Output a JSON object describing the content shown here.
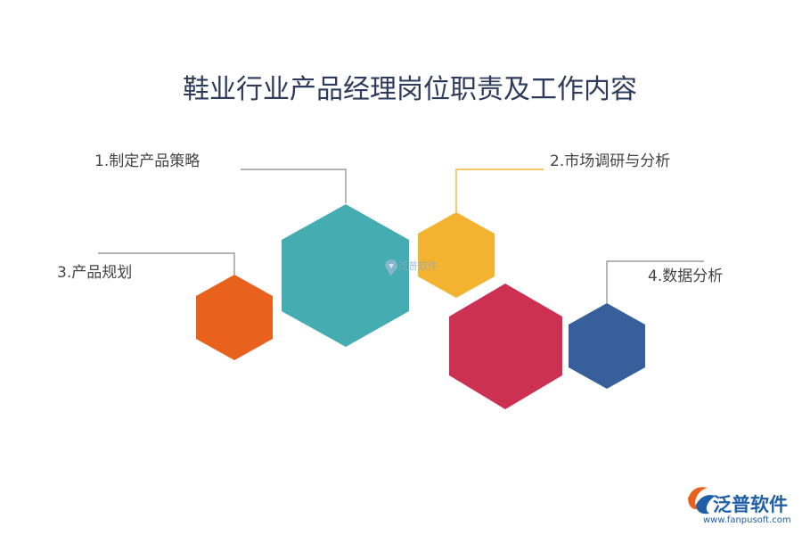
{
  "title": "鞋业行业产品经理岗位职责及工作内容",
  "items": [
    {
      "label": "1.制定产品策略",
      "color": "#45adb1"
    },
    {
      "label": "2.市场调研与分析",
      "color": "#f3b331"
    },
    {
      "label": "3.产品规划",
      "color": "#e8621d"
    },
    {
      "label": "4.数据分析",
      "color": "#365f9c"
    }
  ],
  "extra_hexagon_color": "#cc3152",
  "line_colors": {
    "default": "#888888",
    "item2": "#f3b331"
  },
  "watermark": {
    "text": "泛普软件"
  },
  "logo": {
    "name": "泛普软件",
    "url": "www.fanpusoft.com"
  }
}
